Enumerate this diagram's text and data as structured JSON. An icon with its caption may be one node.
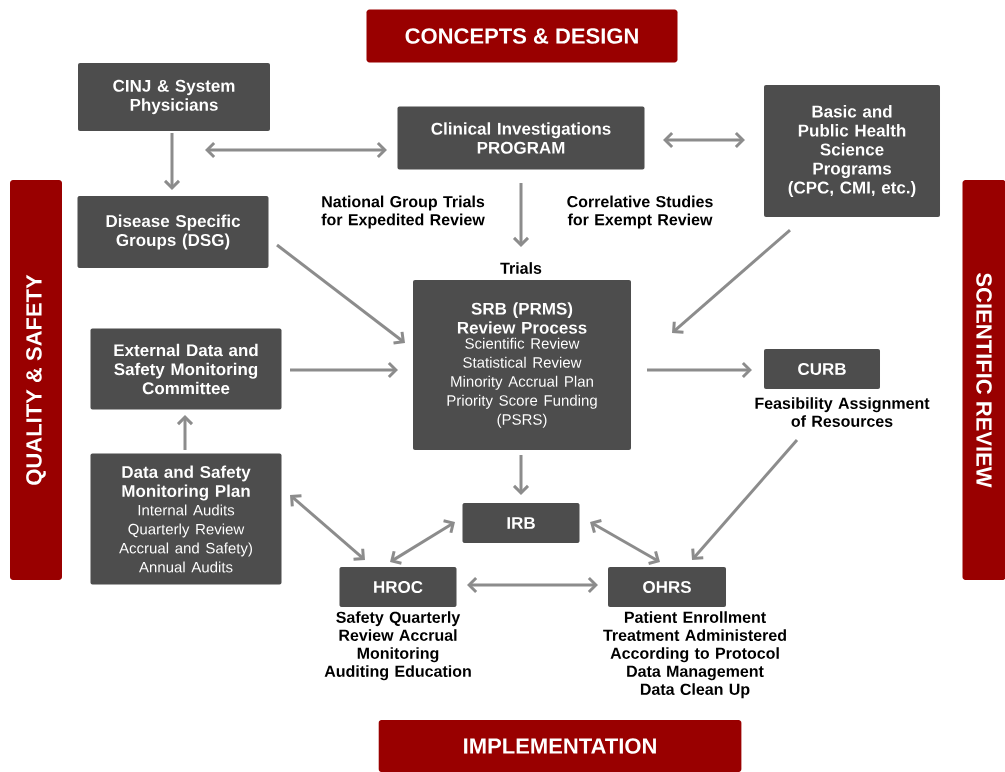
{
  "diagram": {
    "nodes": [
      {
        "text": [
          "CONCEPTS & DESIGN"
        ]
      },
      {
        "text": [
          "QUALITY & SAFETY"
        ]
      },
      {
        "text": [
          "SCIENTIFIC REVIEW"
        ]
      },
      {
        "text": [
          "IMPLEMENTATION"
        ]
      },
      {
        "text": [
          "CINJ & System Physicians"
        ]
      },
      {
        "text": [
          "Clinical Investigations PROGRAM"
        ]
      },
      {
        "text": [
          "Basic and Public Health Science Programs (CPC, CMI, etc.)"
        ]
      },
      {
        "text": [
          "Disease Specific Groups (DSG)"
        ]
      },
      {
        "text": [
          "SRB (PRMS) Review Process",
          "Scientific Review Statistical Review Minority Accrual Plan Priority Score Funding (PSRS)"
        ],
        "beside": [
          "Trials"
        ]
      },
      {
        "text": [
          "External Data and Safety Monitoring Committee"
        ]
      },
      {
        "text": [
          "CURB"
        ],
        "beside": [
          "Feasibility Assignment of Resources"
        ]
      },
      {
        "text": [
          "Data and Safety Monitoring Plan",
          "Internal Audits Quarterly Review Accrual and Safety) Annual Audits"
        ]
      },
      {
        "text": [
          "IRB"
        ]
      },
      {
        "text": [
          "HROC"
        ],
        "beside": [
          "Safety Quarterly Review Accrual Monitoring Auditing Education"
        ]
      },
      {
        "text": [
          "OHRS"
        ],
        "beside": [
          "Patient Enrollment Treatment Administered According to Protocol Data Management Data Clean Up"
        ]
      }
    ],
    "edges": [
      {
        "from": 4,
        "to": 7,
        "arrow": "to"
      },
      {
        "from": 4,
        "to": 5,
        "arrow": "both"
      },
      {
        "from": 5,
        "to": 6,
        "arrow": "both"
      },
      {
        "from": 5,
        "to": 8,
        "arrow": "to"
      },
      {
        "from": 7,
        "to": 8,
        "arrow": "to"
      },
      {
        "from": 6,
        "to": 8,
        "arrow": "to"
      },
      {
        "from": 9,
        "to": 8,
        "arrow": "to"
      },
      {
        "from": 8,
        "to": 10,
        "arrow": "to"
      },
      {
        "from": 8,
        "to": 12,
        "arrow": "to"
      },
      {
        "from": 11,
        "to": 9,
        "arrow": "to"
      },
      {
        "from": 11,
        "to": 13,
        "arrow": "both"
      },
      {
        "from": 13,
        "to": 12,
        "arrow": "both"
      },
      {
        "from": 12,
        "to": 14,
        "arrow": "both"
      },
      {
        "from": 13,
        "to": 14,
        "arrow": "both"
      },
      {
        "from": 10,
        "to": 14,
        "arrow": "to"
      }
    ],
    "labels": [
      "National Group Trials for Expedited Review",
      "Correlative Studies for Exempt Review"
    ]
  }
}
